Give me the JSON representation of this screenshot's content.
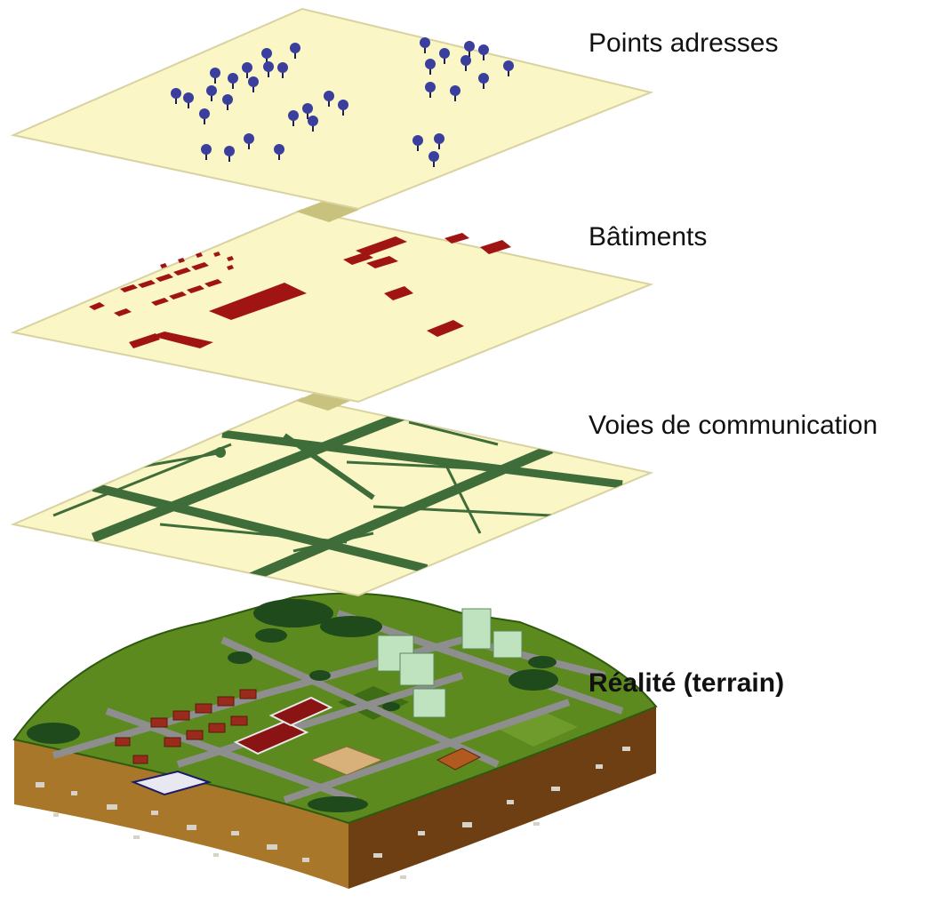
{
  "layers": [
    {
      "id": "addresses",
      "label": "Points adresses"
    },
    {
      "id": "buildings",
      "label": "Bâtiments"
    },
    {
      "id": "roads",
      "label": "Voies de communication"
    },
    {
      "id": "terrain",
      "label": "Réalité (terrain)"
    }
  ],
  "colors": {
    "plane_fill": "#fbf6c6",
    "plane_edge": "#d8d2a0",
    "connector": "#c9c27e",
    "pin": "#3a3f9e",
    "pin_stem": "#1c1f5a",
    "building": "#a01414",
    "road": "#3f6d3a",
    "grass": "#5c8a1e",
    "grass_dark": "#3f6d15",
    "soil": "#a8772a",
    "soil_dark": "#6e3f12",
    "paved_road": "#8e8e8e",
    "tree": "#1f4a1c",
    "tower": "#bfe3bf"
  }
}
